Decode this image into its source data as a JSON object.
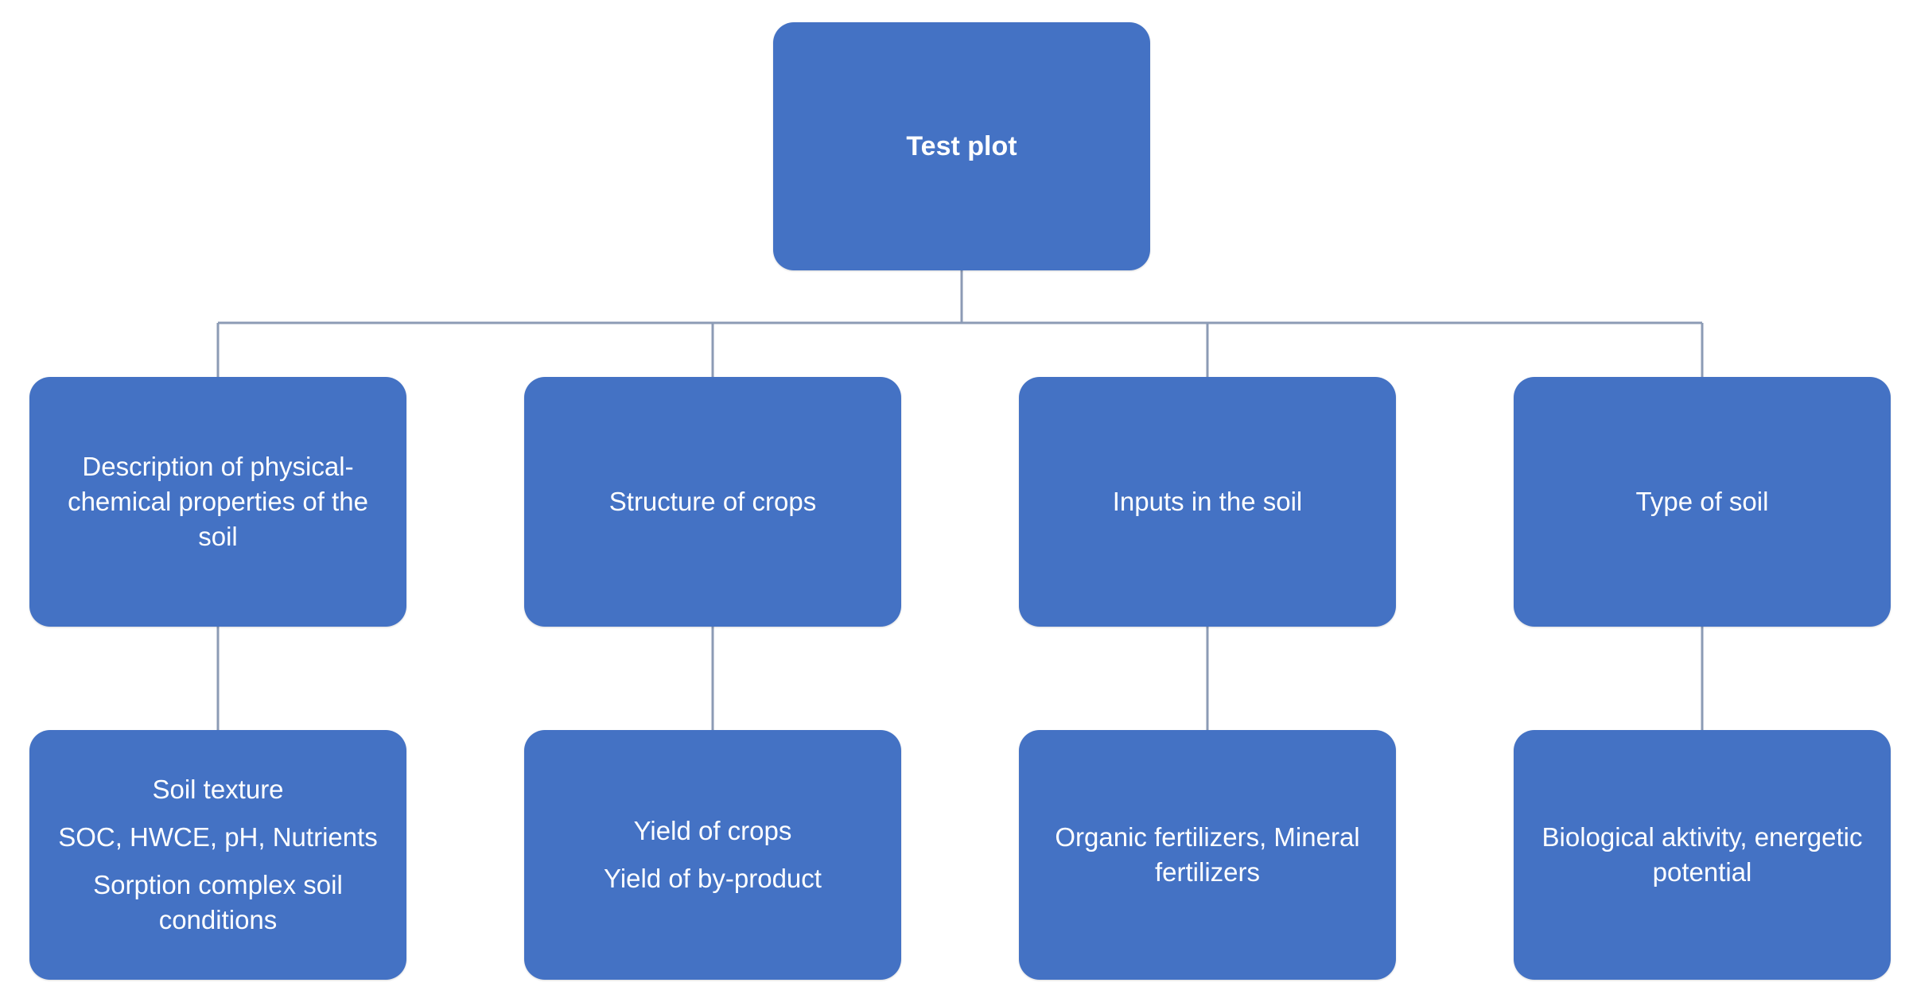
{
  "diagram": {
    "root": {
      "label": "Test plot"
    },
    "categories": [
      {
        "label": "Description of physical-chemical properties of the soil",
        "details": [
          "Soil texture",
          "SOC, HWCE, pH, Nutrients",
          "Sorption complex soil conditions"
        ]
      },
      {
        "label": "Structure of crops",
        "details": [
          "Yield of crops",
          "Yield of by-product"
        ]
      },
      {
        "label": "Inputs in the soil",
        "details": [
          "Organic fertilizers, Mineral fertilizers"
        ]
      },
      {
        "label": "Type of soil",
        "details": [
          "Biological aktivity, energetic potential"
        ]
      }
    ],
    "colors": {
      "box_fill": "#4472c4",
      "box_text": "#ffffff",
      "connector": "#8c9bb5"
    }
  }
}
